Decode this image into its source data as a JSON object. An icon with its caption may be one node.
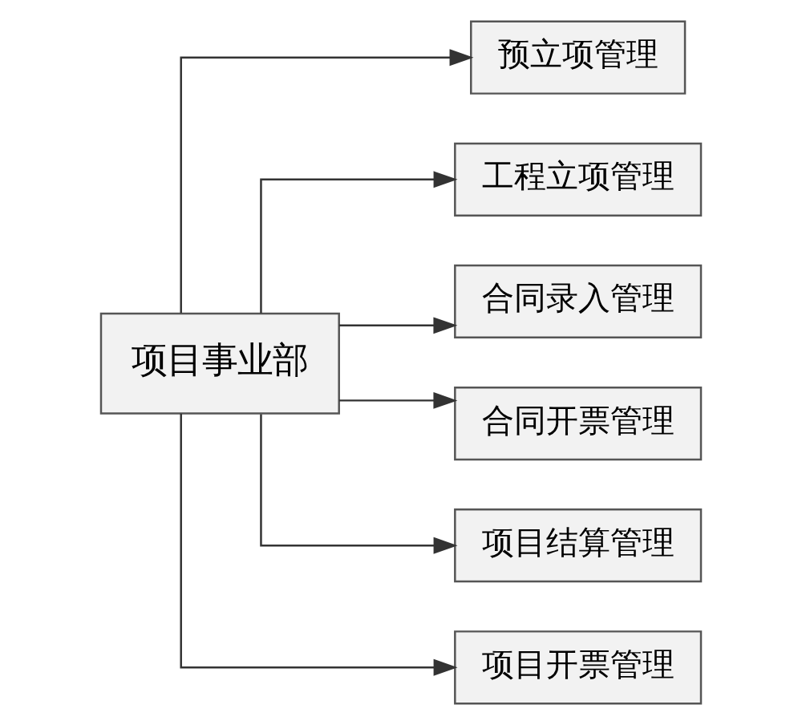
{
  "diagram": {
    "nodes": [
      {
        "text": [
          "项目事业部"
        ]
      },
      {
        "text": [
          "预立项管理"
        ]
      },
      {
        "text": [
          "工程立项管理"
        ]
      },
      {
        "text": [
          "合同录入管理"
        ]
      },
      {
        "text": [
          "合同开票管理"
        ]
      },
      {
        "text": [
          "项目结算管理"
        ]
      },
      {
        "text": [
          "项目开票管理"
        ]
      }
    ],
    "edges": [
      {
        "from": 0,
        "to": 1,
        "arrow": "to"
      },
      {
        "from": 0,
        "to": 2,
        "arrow": "to"
      },
      {
        "from": 0,
        "to": 3,
        "arrow": "to"
      },
      {
        "from": 0,
        "to": 4,
        "arrow": "to"
      },
      {
        "from": 0,
        "to": 5,
        "arrow": "to"
      },
      {
        "from": 0,
        "to": 6,
        "arrow": "to"
      }
    ]
  }
}
